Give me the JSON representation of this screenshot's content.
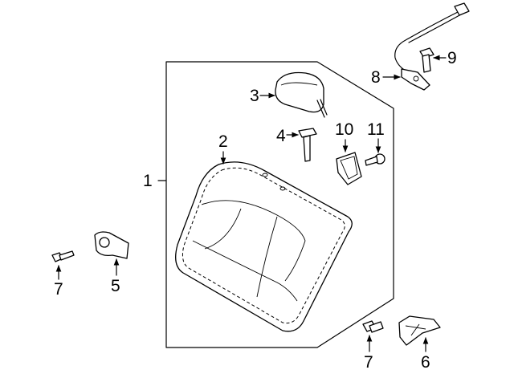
{
  "callouts": {
    "c1": "1",
    "c2": "2",
    "c3": "3",
    "c4": "4",
    "c5": "5",
    "c6": "6",
    "c7a": "7",
    "c7b": "7",
    "c8": "8",
    "c9": "9",
    "c10": "10",
    "c11": "11"
  }
}
